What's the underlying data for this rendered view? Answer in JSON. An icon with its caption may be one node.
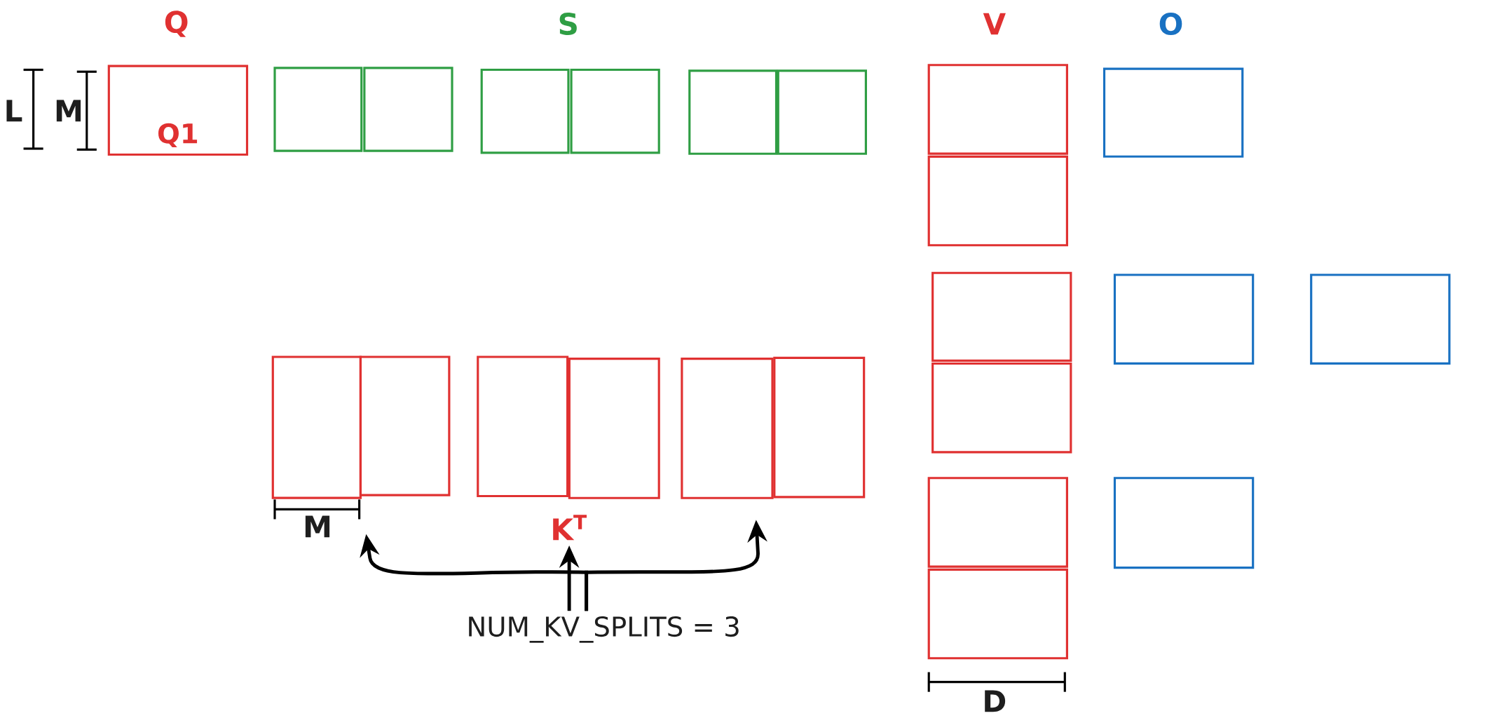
{
  "diagram": {
    "nodes": [
      {
        "text": [
          "Q1"
        ]
      },
      {
        "text": [],
        "shape": "box"
      },
      {
        "text": [],
        "shape": "box"
      },
      {
        "text": [],
        "shape": "box"
      },
      {
        "text": [],
        "shape": "box"
      },
      {
        "text": [],
        "shape": "box"
      },
      {
        "text": [],
        "shape": "box"
      },
      {
        "text": [],
        "shape": "box"
      },
      {
        "text": [],
        "shape": "box"
      },
      {
        "text": [],
        "shape": "box"
      },
      {
        "text": [],
        "shape": "box"
      },
      {
        "text": [],
        "shape": "box"
      },
      {
        "text": [],
        "shape": "box"
      },
      {
        "text": [],
        "shape": "box"
      },
      {
        "text": [],
        "shape": "box"
      },
      {
        "text": [],
        "shape": "box"
      },
      {
        "text": [],
        "shape": "box"
      },
      {
        "text": [],
        "shape": "box"
      },
      {
        "text": [],
        "shape": "box"
      },
      {
        "text": [],
        "shape": "box"
      },
      {
        "text": [],
        "shape": "box"
      },
      {
        "text": [],
        "shape": "box"
      },
      {
        "text": [],
        "shape": "box"
      },
      {
        "text": [
          "NUM_KV_SPLITS = 3"
        ]
      },
      {
        "text": [
          "K$^{T}$"
        ]
      }
    ],
    "edges": [
      {
        "from": 23,
        "to": null,
        "arrow": "to"
      },
      {
        "from": 23,
        "to": 24,
        "arrow": "to"
      },
      {
        "from": 23,
        "to": null,
        "arrow": "to"
      }
    ],
    "labels": [
      "Q",
      "S",
      "V",
      "O",
      "L",
      "M",
      "M",
      "D"
    ]
  }
}
